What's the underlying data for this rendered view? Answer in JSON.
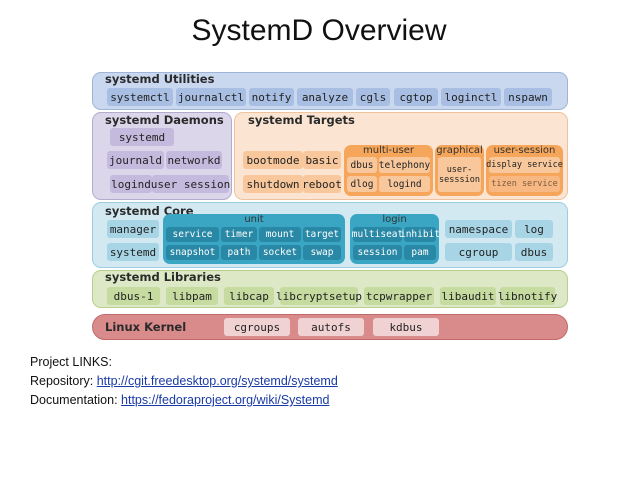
{
  "title": "SystemD Overview",
  "colors": {
    "utilities_bg": "#c9d8ef",
    "daemons_bg": "#dcd6ea",
    "targets_bg": "#fbe5d2",
    "core_bg": "#d2e9f2",
    "libraries_bg": "#dde9c6",
    "kernel_bg": "#d98a8a",
    "orange": "#f6a65a",
    "teal": "#3aa6c3"
  },
  "utilities": {
    "label": "systemd Utilities",
    "items": [
      "systemctl",
      "journalctl",
      "notify",
      "analyze",
      "cgls",
      "cgtop",
      "loginctl",
      "nspawn"
    ]
  },
  "daemons": {
    "label": "systemd Daemons",
    "systemd": "systemd",
    "journald": "journald",
    "networkd": "networkd",
    "logind": "logind",
    "user_session": "user session"
  },
  "targets": {
    "label": "systemd Targets",
    "bootmode": "bootmode",
    "basic": "basic",
    "shutdown": "shutdown",
    "reboot": "reboot",
    "multi_user": {
      "label": "multi-user",
      "dbus": "dbus",
      "telephony": "telephony",
      "dlog": "dlog",
      "logind": "logind"
    },
    "graphical": {
      "label": "graphical",
      "user_session": "user-\nsesssion"
    },
    "user_session": {
      "label": "user-session",
      "display_service": "display service",
      "tizen_service": "tizen service"
    }
  },
  "core": {
    "label": "systemd Core",
    "manager": "manager",
    "systemd": "systemd",
    "unit": {
      "label": "unit",
      "items": [
        "service",
        "timer",
        "mount",
        "target",
        "snapshot",
        "path",
        "socket",
        "swap"
      ]
    },
    "login": {
      "label": "login",
      "items": [
        "multiseat",
        "inhibit",
        "session",
        "pam"
      ]
    },
    "namespace": "namespace",
    "log": "log",
    "cgroup": "cgroup",
    "dbus": "dbus"
  },
  "libraries": {
    "label": "systemd Libraries",
    "items": [
      "dbus-1",
      "libpam",
      "libcap",
      "libcryptsetup",
      "tcpwrapper",
      "libaudit",
      "libnotify"
    ]
  },
  "kernel": {
    "label": "Linux Kernel",
    "items": [
      "cgroups",
      "autofs",
      "kdbus"
    ]
  },
  "links": {
    "heading": "Project LINKS:",
    "repo_label": "Repository: ",
    "repo_url": "http://cgit.freedesktop.org/systemd/systemd",
    "docs_label": "Documentation: ",
    "docs_url": "https://fedoraproject.org/wiki/Systemd"
  }
}
